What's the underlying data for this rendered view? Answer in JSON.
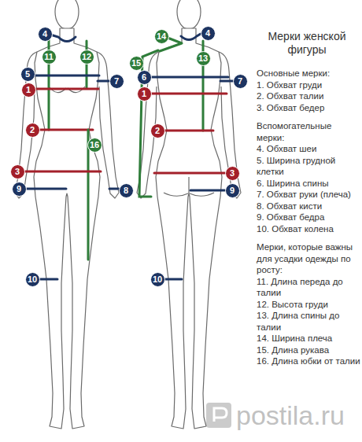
{
  "diagram": {
    "title": "Мерки женской фигуры",
    "nodes": [
      {
        "text": [
          "4"
        ]
      },
      {
        "text": [
          "11"
        ]
      },
      {
        "text": [
          "12"
        ]
      },
      {
        "text": [
          "5"
        ]
      },
      {
        "text": [
          "7"
        ]
      },
      {
        "text": [
          "1"
        ]
      },
      {
        "text": [
          "2"
        ]
      },
      {
        "text": [
          "16"
        ]
      },
      {
        "text": [
          "3"
        ]
      },
      {
        "text": [
          "9"
        ]
      },
      {
        "text": [
          "8"
        ]
      },
      {
        "text": [
          "10"
        ]
      },
      {
        "text": [
          "14"
        ]
      },
      {
        "text": [
          "4"
        ]
      },
      {
        "text": [
          "15"
        ]
      },
      {
        "text": [
          "13"
        ]
      },
      {
        "text": [
          "6"
        ]
      },
      {
        "text": [
          "7"
        ]
      },
      {
        "text": [
          "1"
        ]
      },
      {
        "text": [
          "2"
        ]
      },
      {
        "text": [
          "3"
        ]
      },
      {
        "text": [
          "9"
        ]
      },
      {
        "text": [
          "10"
        ]
      }
    ],
    "labels": [
      "Основные мерки:",
      "1. Обхват груди",
      "2. Обхват талии",
      "3. Обхват бедер",
      "Вспомогательные мерки:",
      "4. Обхват шеи",
      "5. Ширина грудной клетки",
      "6. Ширина спины",
      "7. Обхват руки (плеча)",
      "8. Обхват кисти",
      "9. Обхват бедра",
      "10. Обхват колена",
      "Мерки, которые важны для усадки одежды по росту:",
      "11. Длина переда до талии",
      "12. Высота груди",
      "13. Длина спины до талии",
      "14. Ширина плеча",
      "15. Длина рукава",
      "16. Длина юбки от талии",
      "postila.ru"
    ]
  }
}
